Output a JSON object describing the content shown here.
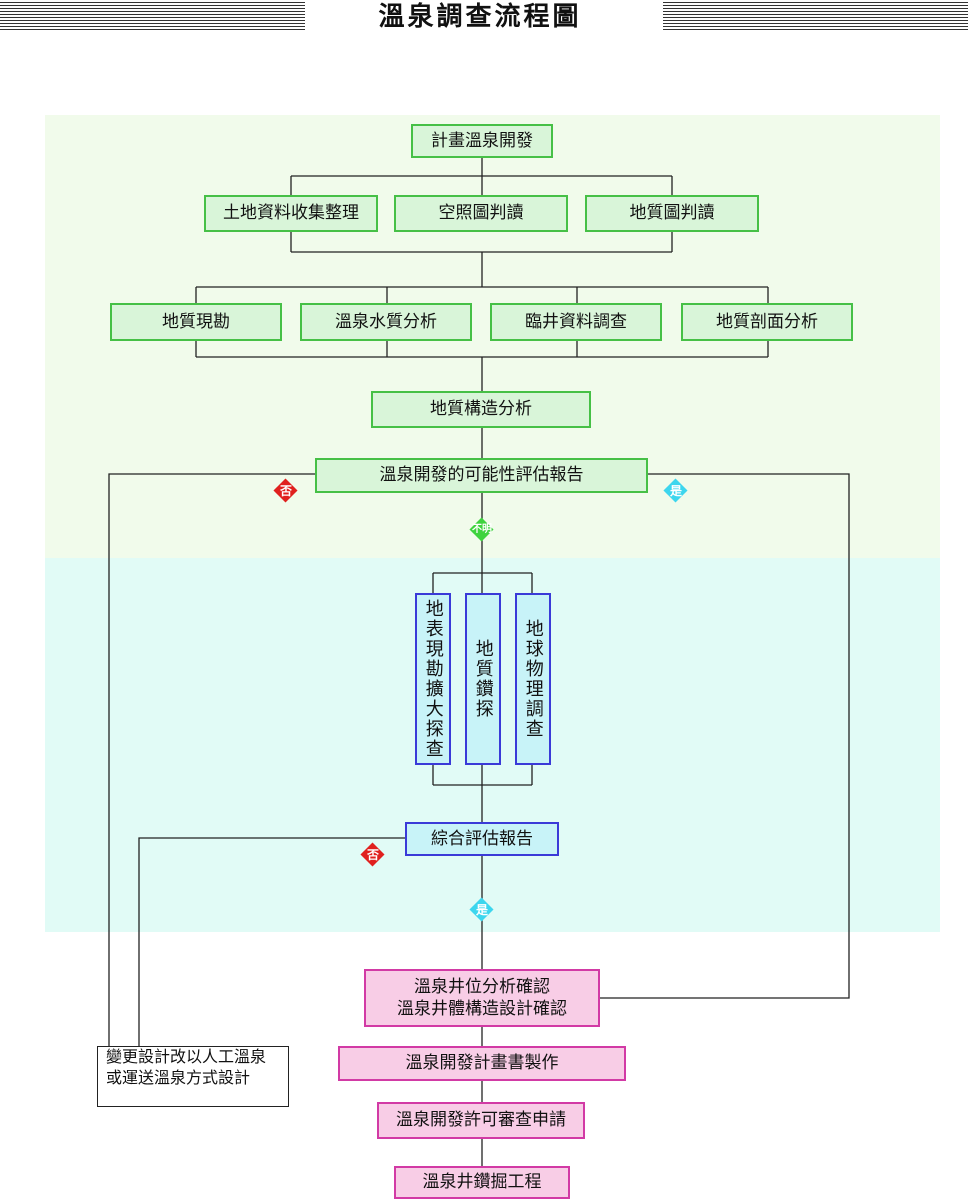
{
  "title": "溫泉調查流程圖",
  "nodes": {
    "plan": "計畫溫泉開發",
    "land_data": "土地資料收集整理",
    "aerial": "空照圖判讀",
    "geo_map": "地質圖判讀",
    "field_survey": "地質現勘",
    "water_quality": "溫泉水質分析",
    "nearby_wells": "臨井資料調查",
    "section": "地質剖面分析",
    "structure": "地質構造分析",
    "feasibility": "溫泉開發的可能性評估報告",
    "surface_survey": "地表現勘擴大探查",
    "drilling": "地質鑽探",
    "geophysics": "地球物理調查",
    "comprehensive": "綜合評估報告",
    "well_position_1": "溫泉井位分析確認",
    "well_position_2": "溫泉井體構造設計確認",
    "plan_book": "溫泉開發計畫書製作",
    "permit": "溫泉開發許可審查申請",
    "drilling_works": "溫泉井鑽掘工程",
    "alt_design_1": "變更設計改以人工溫泉",
    "alt_design_2": "或運送溫泉方式設計"
  },
  "decisions": {
    "no": "否",
    "yes": "是",
    "unclear": "不明"
  },
  "colors": {
    "zone_green": "#f1fbeb",
    "zone_cyan": "#e1fbf6",
    "no_diamond": "#e0201e",
    "yes_diamond": "#3dd6ee",
    "unclear_diamond": "#3ed33e"
  }
}
